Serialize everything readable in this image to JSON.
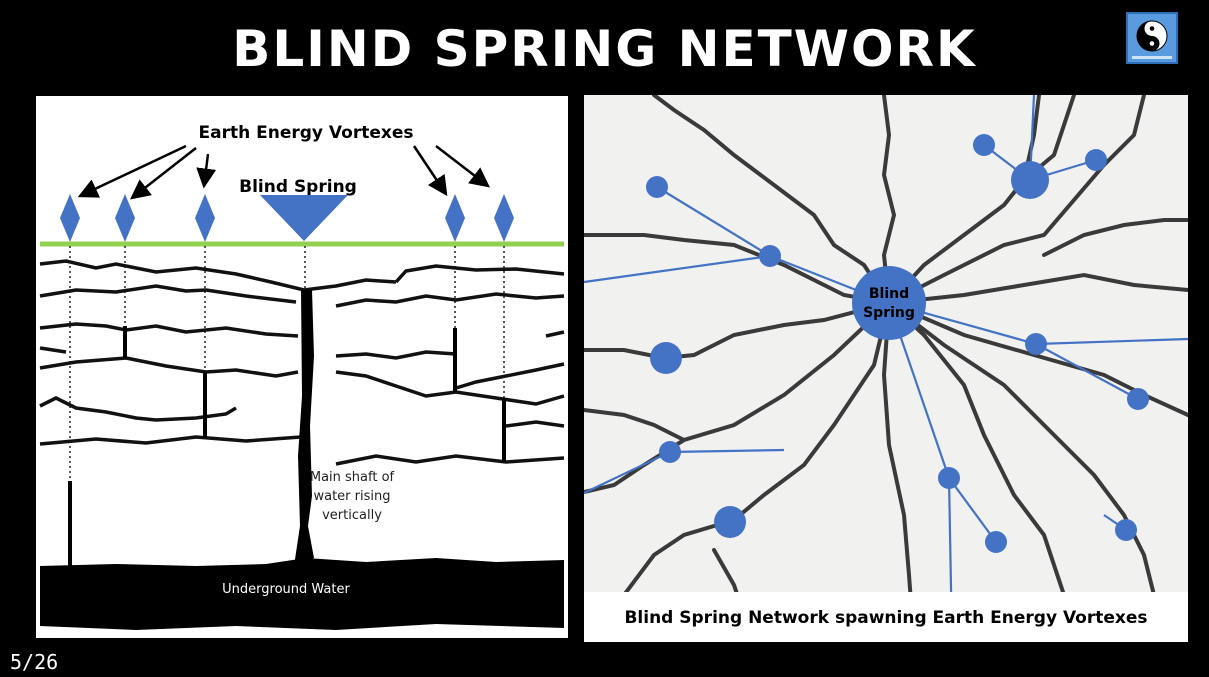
{
  "slide": {
    "title": "BLIND SPRING NETWORK",
    "page_indicator": "5/26",
    "logo_icon": "yin-yang-icon"
  },
  "left_diagram": {
    "vortex_label": "Earth Energy Vortexes",
    "spring_label": "Blind Spring",
    "shaft_label_lines": [
      "Main shaft of",
      "water rising",
      "vertically"
    ],
    "water_label": "Underground Water"
  },
  "right_diagram": {
    "center_label_lines": [
      "Blind",
      "Spring"
    ],
    "caption": "Blind Spring Network spawning Earth Energy Vortexes"
  },
  "colors": {
    "background": "#000000",
    "vortex_blue": "#4472c4",
    "ground_green": "#92d050",
    "stream_gray": "#3a3a3a"
  }
}
